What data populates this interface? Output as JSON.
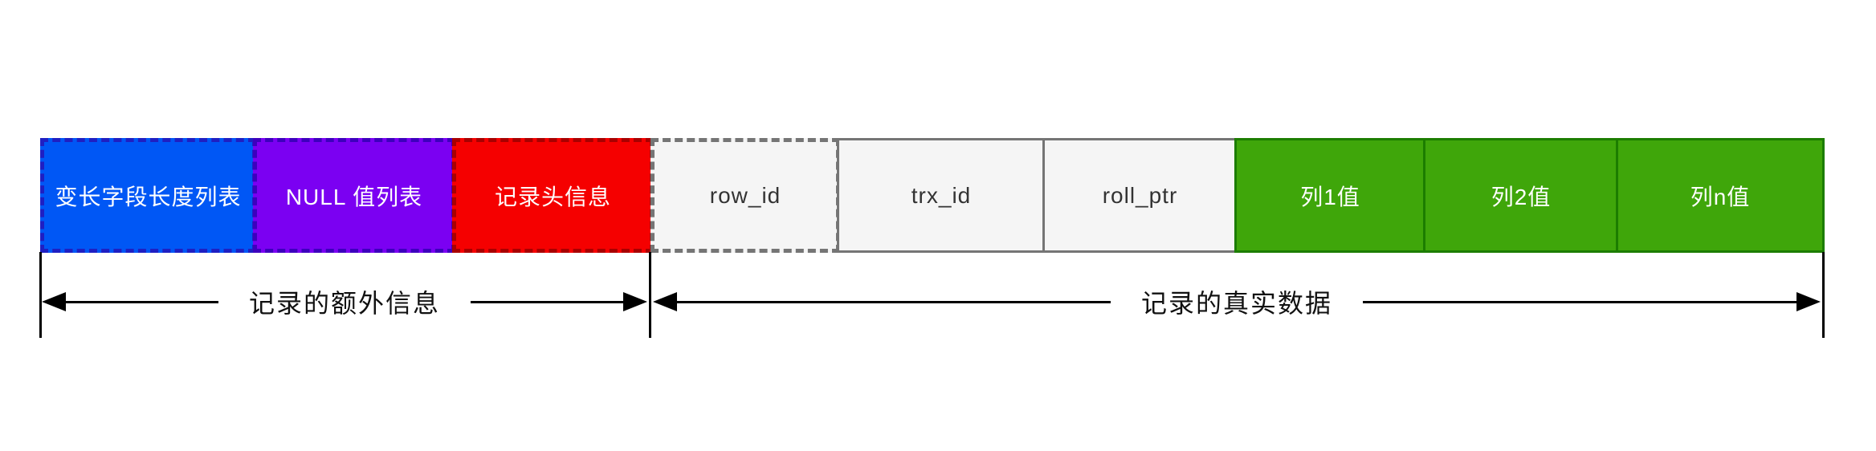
{
  "diagram": {
    "background": "#FFFFFF",
    "record_row": {
      "segments": [
        {
          "label": "变长字段长度列表",
          "fill": "#0057F5",
          "border": "#1F1FC2",
          "border_style": "dashed",
          "text_color": "#FFFFFF"
        },
        {
          "label": "NULL 值列表",
          "fill": "#7B00F2",
          "border": "#3D00BD",
          "border_style": "dashed",
          "text_color": "#FFFFFF"
        },
        {
          "label": "记录头信息",
          "fill": "#F50000",
          "border": "#A80000",
          "border_style": "dashed",
          "text_color": "#FFFFFF"
        },
        {
          "label": "row_id",
          "fill": "#F5F5F5",
          "border": "#757575",
          "border_style": "dashed",
          "text_color": "#333333"
        },
        {
          "label": "trx_id",
          "fill": "#F5F5F5",
          "border": "#757575",
          "border_style": "solid",
          "text_color": "#333333"
        },
        {
          "label": "roll_ptr",
          "fill": "#F5F5F5",
          "border": "#757575",
          "border_style": "solid",
          "text_color": "#333333"
        },
        {
          "label": "列1值",
          "fill": "#3FA60A",
          "border": "#1C7D00",
          "border_style": "solid",
          "text_color": "#FFFFFF"
        },
        {
          "label": "列2值",
          "fill": "#3FA60A",
          "border": "#1C7D00",
          "border_style": "solid",
          "text_color": "#FFFFFF"
        },
        {
          "label": "列n值",
          "fill": "#3FA60A",
          "border": "#1C7D00",
          "border_style": "solid",
          "text_color": "#FFFFFF"
        }
      ]
    },
    "measures": [
      {
        "label": "记录的额外信息"
      },
      {
        "label": "记录的真实数据"
      }
    ],
    "line_color": "#000000"
  }
}
